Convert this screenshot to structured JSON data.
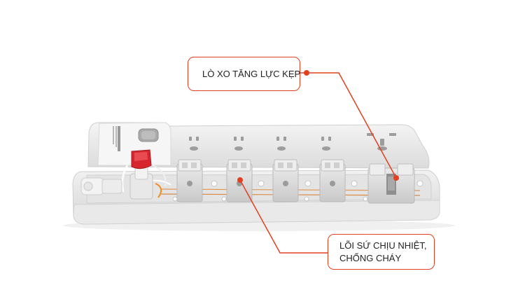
{
  "callouts": {
    "spring": {
      "label": "LÒ XO TĂNG LỰC KẸP"
    },
    "core": {
      "line1": "LÕI SỨ CHỊU NHIỆT,",
      "line2": "CHỐNG CHÁY"
    }
  },
  "colors": {
    "accent": "#e2401f",
    "body": "#eeeeee",
    "socket_module": "#d9d9d9"
  },
  "icons": {
    "leader_dot": "filled-circle"
  }
}
